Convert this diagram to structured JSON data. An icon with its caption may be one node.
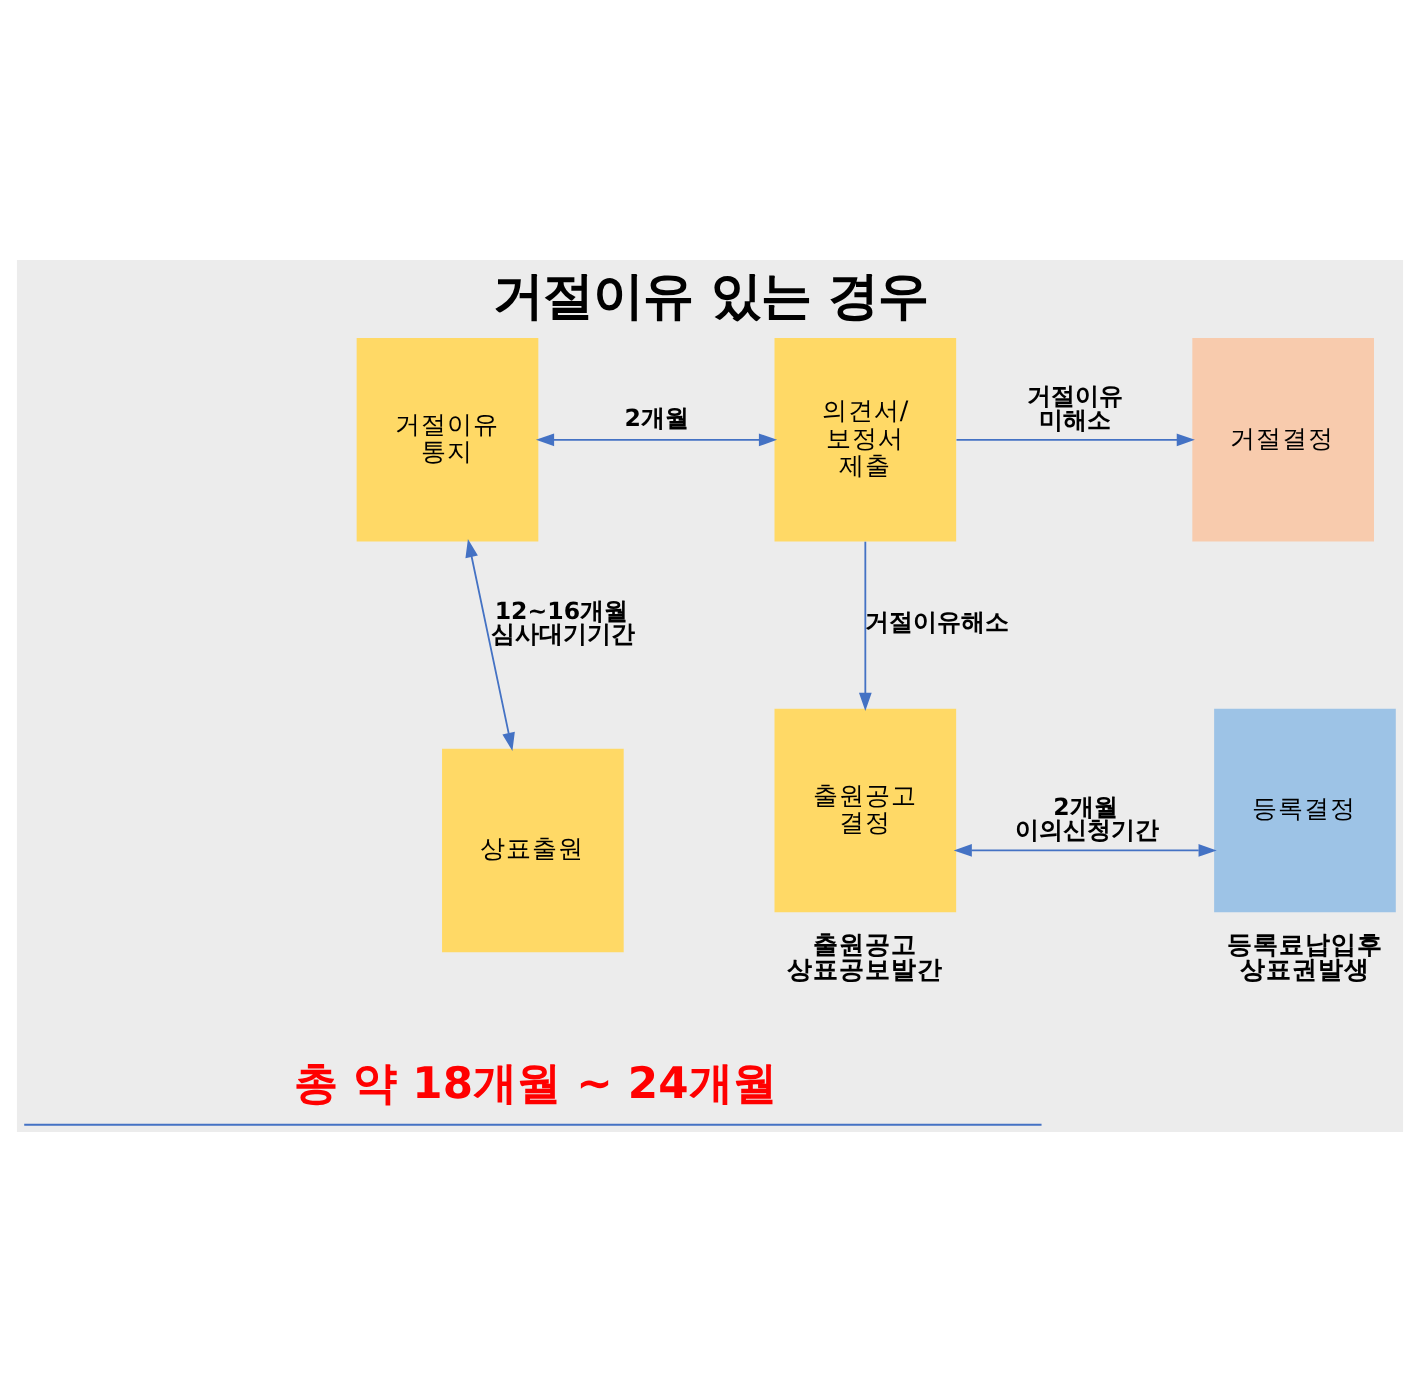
{
  "diagram": {
    "title": "거절이유 있는 경우",
    "nodes": [
      {
        "text": [
          "거절이유 통지"
        ]
      },
      {
        "text": [
          "의견서/ 보정서 제출"
        ]
      },
      {
        "text": [
          "거절결정"
        ]
      },
      {
        "text": [
          "상표출원"
        ]
      },
      {
        "text": [
          "출원공고 결정"
        ],
        "beside": [
          "출원공고 상표공보발간"
        ]
      },
      {
        "text": [
          "등록결정"
        ],
        "beside": [
          "등록료납입후 상표권발생"
        ]
      }
    ],
    "edges": [
      {
        "from": 0,
        "to": 1,
        "arrow": "both",
        "label": "2개월"
      },
      {
        "from": 1,
        "to": 2,
        "arrow": "to",
        "label": "거절이유 미해소"
      },
      {
        "from": 3,
        "to": 0,
        "arrow": "both",
        "label": "12~16개월 심사대기기간"
      },
      {
        "from": 1,
        "to": 4,
        "arrow": "to",
        "label": "거절이유해소"
      },
      {
        "from": 4,
        "to": 5,
        "arrow": "both",
        "label": "2개월 이의신청기간"
      }
    ],
    "labels": [
      "총 약 18개월 ~ 24개월"
    ]
  }
}
